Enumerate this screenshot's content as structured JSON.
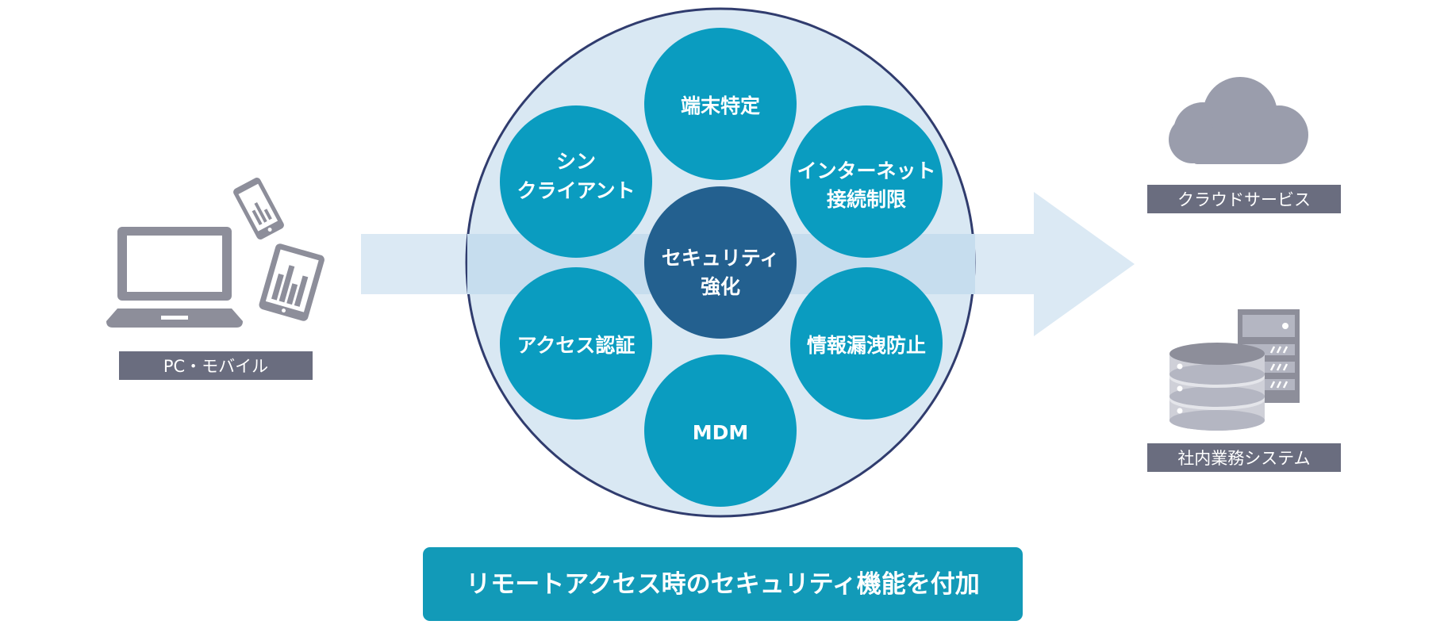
{
  "colors": {
    "node": "#0a9cc0",
    "center_node": "#23608f",
    "hub_fill": "#d9e8f3",
    "hub_stroke": "#303c6e",
    "arrow": "#dbe9f4",
    "label_bg": "#6a6d7f",
    "icon_gray": "#8d8e9a",
    "banner": "#129ab8"
  },
  "left": {
    "label": "PC・モバイル",
    "icons": [
      "laptop-icon",
      "smartphone-icon",
      "tablet-icon"
    ]
  },
  "hub": {
    "center": {
      "line1": "セキュリティ",
      "line2": "強化"
    },
    "nodes": {
      "top": {
        "line1": "端末特定",
        "line2": ""
      },
      "top_right": {
        "line1": "インターネット",
        "line2": "接続制限"
      },
      "bottom_right": {
        "line1": "情報漏洩防止",
        "line2": ""
      },
      "bottom": {
        "line1": "MDM",
        "line2": ""
      },
      "bottom_left": {
        "line1": "アクセス認証",
        "line2": ""
      },
      "top_left": {
        "line1": "シン",
        "line2": "クライアント"
      }
    }
  },
  "right": {
    "cloud_label": "クラウドサービス",
    "server_label": "社内業務システム",
    "icons": [
      "cloud-icon",
      "server-icon"
    ]
  },
  "banner": {
    "text": "リモートアクセス時のセキュリティ機能を付加"
  }
}
